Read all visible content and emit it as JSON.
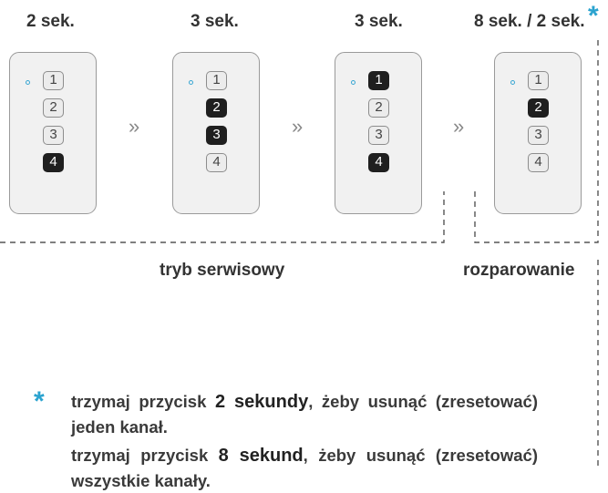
{
  "steps": [
    {
      "duration": "2 sek.",
      "active": [
        4
      ]
    },
    {
      "duration": "3 sek.",
      "active": [
        2,
        3
      ]
    },
    {
      "duration": "3 sek.",
      "active": [
        1,
        4
      ]
    },
    {
      "duration": "8 sek. / 2 sek.",
      "active": [
        2
      ]
    }
  ],
  "buttons": [
    "1",
    "2",
    "3",
    "4"
  ],
  "asterisk": "*",
  "arrow_glyph": "»",
  "labels": {
    "service_mode": "tryb serwisowy",
    "unpairing": "rozparowanie"
  },
  "notes": [
    {
      "before": "trzymaj przycisk ",
      "highlight": "2 sekundy",
      "after": ", żeby usunąć (zresetować) jeden kanał."
    },
    {
      "before": "trzymaj przycisk ",
      "highlight": "8 sekund",
      "after": ", żeby usunąć (zresetować) wszystkie kanały."
    }
  ],
  "colors": {
    "accent": "#2ba3cf",
    "active_button": "#1f1f1f",
    "remote_body": "#f1f1f1"
  }
}
